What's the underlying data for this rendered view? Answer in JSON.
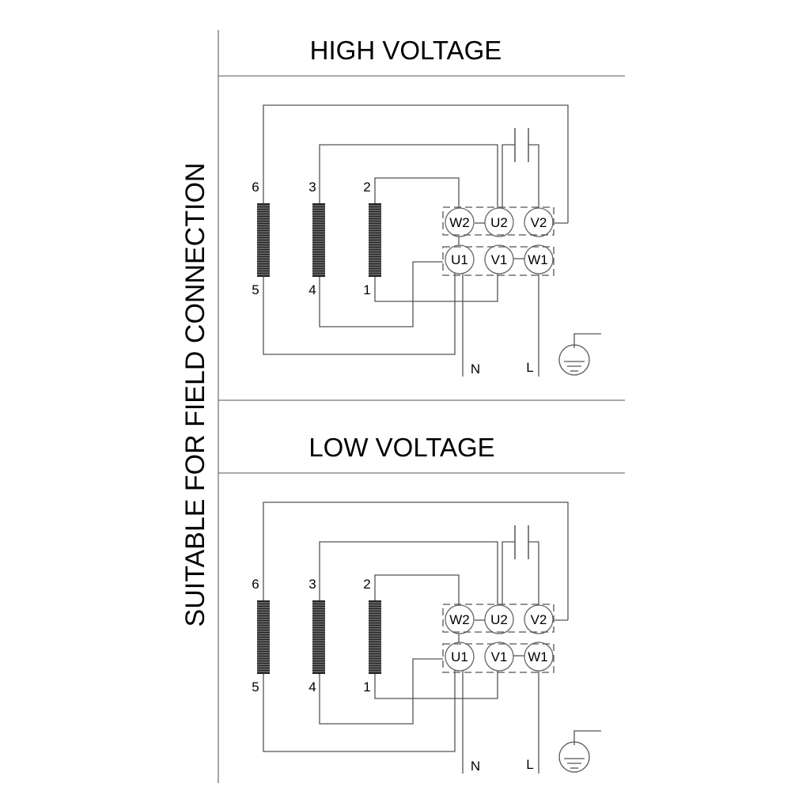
{
  "side_label": "SUITABLE FOR FIELD CONNECTION",
  "panels": [
    {
      "title": "HIGH VOLTAGE",
      "coil_labels_top": [
        "6",
        "3",
        "2"
      ],
      "coil_labels_bottom": [
        "5",
        "4",
        "1"
      ],
      "terminals_top": [
        "W2",
        "U2",
        "V2"
      ],
      "terminals_bottom": [
        "U1",
        "V1",
        "W1"
      ],
      "line_labels": [
        "N",
        "L"
      ]
    },
    {
      "title": "LOW VOLTAGE",
      "coil_labels_top": [
        "6",
        "3",
        "2"
      ],
      "coil_labels_bottom": [
        "5",
        "4",
        "1"
      ],
      "terminals_top": [
        "W2",
        "U2",
        "V2"
      ],
      "terminals_bottom": [
        "U1",
        "V1",
        "W1"
      ],
      "line_labels": [
        "N",
        "L"
      ]
    }
  ],
  "icons": [
    "capacitor-icon",
    "ground-icon",
    "coil-icon"
  ]
}
